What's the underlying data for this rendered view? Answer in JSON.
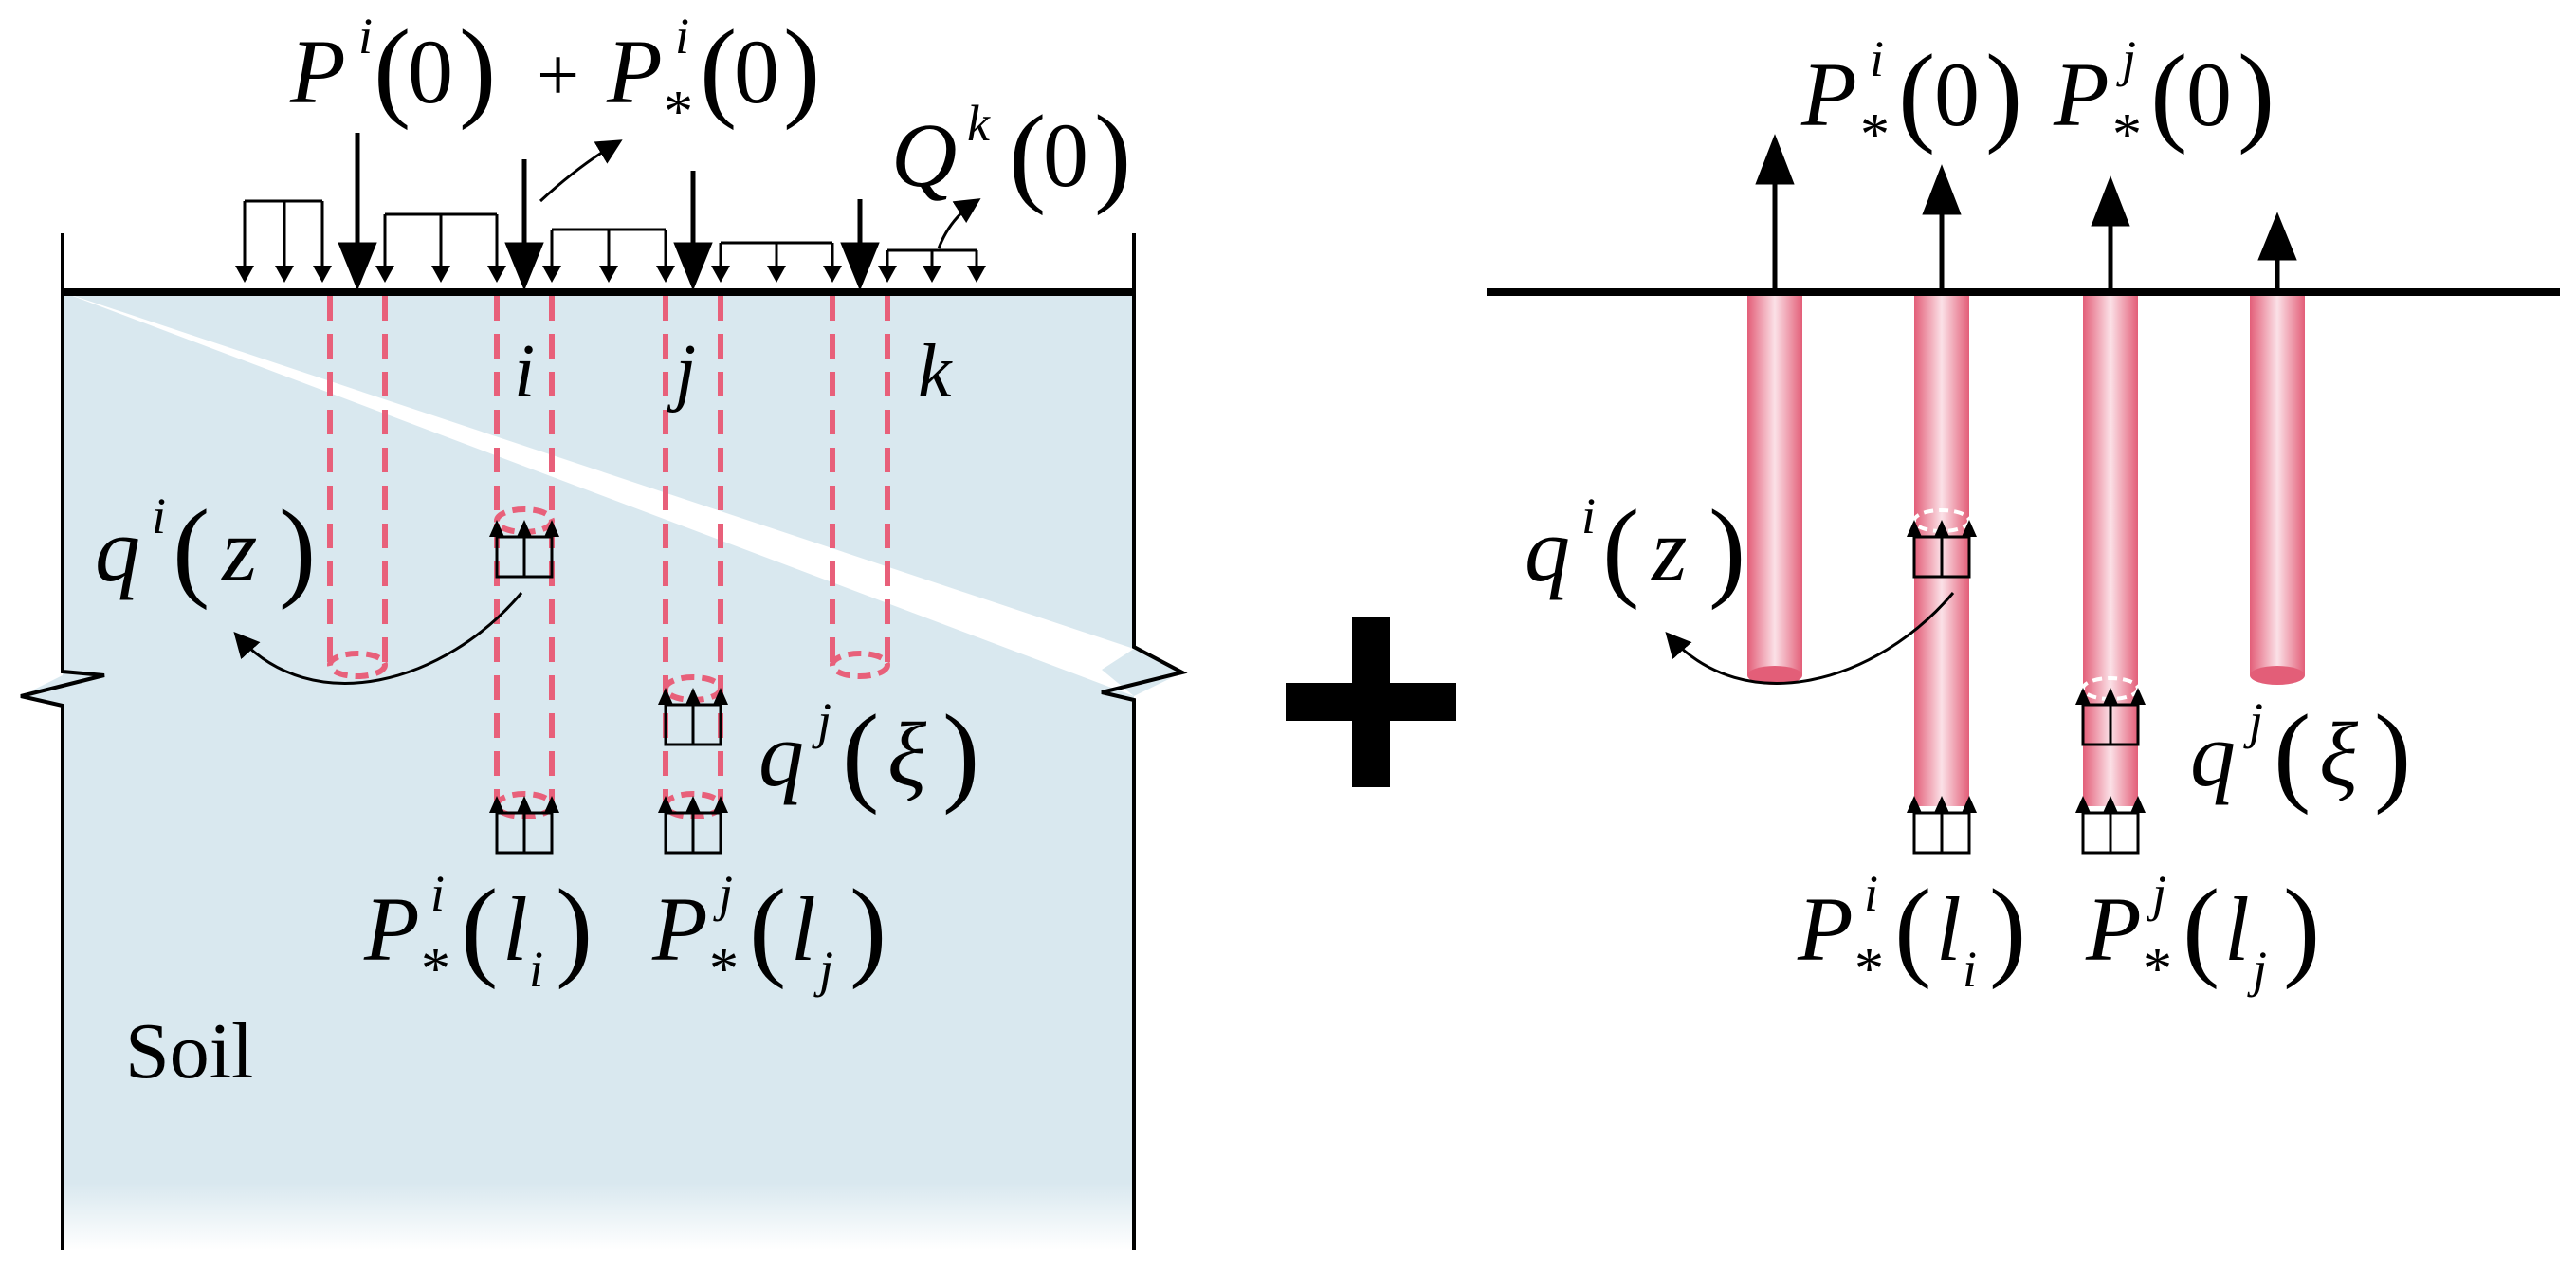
{
  "left_panel": {
    "soil_label": "Soil",
    "pile_labels": {
      "i": "i",
      "j": "j",
      "k": "k"
    },
    "top_load": {
      "p": "P",
      "sup_i": "i",
      "zero": "0",
      "plus": "+",
      "star": "*"
    },
    "q_k": {
      "q": "Q",
      "sup": "k",
      "zero": "0"
    },
    "q_i_z": {
      "q": "q",
      "sup": "i",
      "arg": "z"
    },
    "q_j_xi": {
      "q": "q",
      "sup": "j",
      "arg": "ξ"
    },
    "p_star_li": {
      "p": "P",
      "sup": "i",
      "star": "*",
      "l": "l",
      "sub": "i"
    },
    "p_star_lj": {
      "p": "P",
      "sup": "j",
      "star": "*",
      "l": "l",
      "sub": "j"
    }
  },
  "operator": {
    "symbol": "+"
  },
  "right_panel": {
    "p_star_i_0": {
      "p": "P",
      "sup": "i",
      "star": "*",
      "zero": "0"
    },
    "p_star_j_0": {
      "p": "P",
      "sup": "j",
      "star": "*",
      "zero": "0"
    },
    "q_i_z": {
      "q": "q",
      "sup": "i",
      "arg": "z"
    },
    "q_j_xi": {
      "q": "q",
      "sup": "j",
      "arg": "ξ"
    },
    "p_star_li": {
      "p": "P",
      "sup": "i",
      "star": "*",
      "l": "l",
      "sub": "i"
    },
    "p_star_lj": {
      "p": "P",
      "sup": "j",
      "star": "*",
      "l": "l",
      "sub": "j"
    }
  },
  "colors": {
    "soil": "#d9e8ef",
    "pile_dashed": "#e8607a",
    "pile_core": "#e35e78",
    "pile_edge": "#f2a3b4",
    "line": "#000000"
  }
}
